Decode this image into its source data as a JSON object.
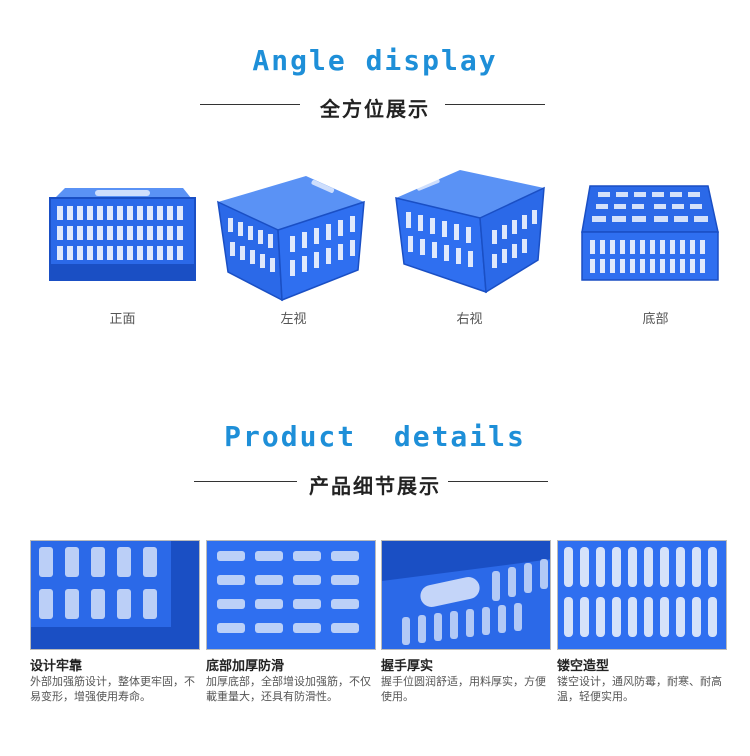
{
  "angle_section": {
    "title": "Angle display",
    "subtitle": "全方位展示",
    "views": [
      {
        "label": "正面"
      },
      {
        "label": "左视"
      },
      {
        "label": "右视"
      },
      {
        "label": "底部"
      }
    ]
  },
  "details_section": {
    "title": "Product  details",
    "subtitle": "产品细节展示",
    "items": [
      {
        "title": "设计牢靠",
        "desc": "外部加强筋设计，整体更牢固，不易变形，增强使用寿命。"
      },
      {
        "title": "底部加厚防滑",
        "desc": "加厚底部，全部增设加强筋，不仅載重量大，还具有防滑性。"
      },
      {
        "title": "握手厚实",
        "desc": "握手位圆润舒适，用料厚实，方便使用。"
      },
      {
        "title": "镂空造型",
        "desc": "镂空设计，通风防霉，耐寒、耐高温，轻便实用。"
      }
    ]
  },
  "colors": {
    "accent": "#1e8fd8",
    "crate_blue": "#2b69e8",
    "crate_dark": "#1a4fc4",
    "crate_light": "#5a92f5"
  }
}
